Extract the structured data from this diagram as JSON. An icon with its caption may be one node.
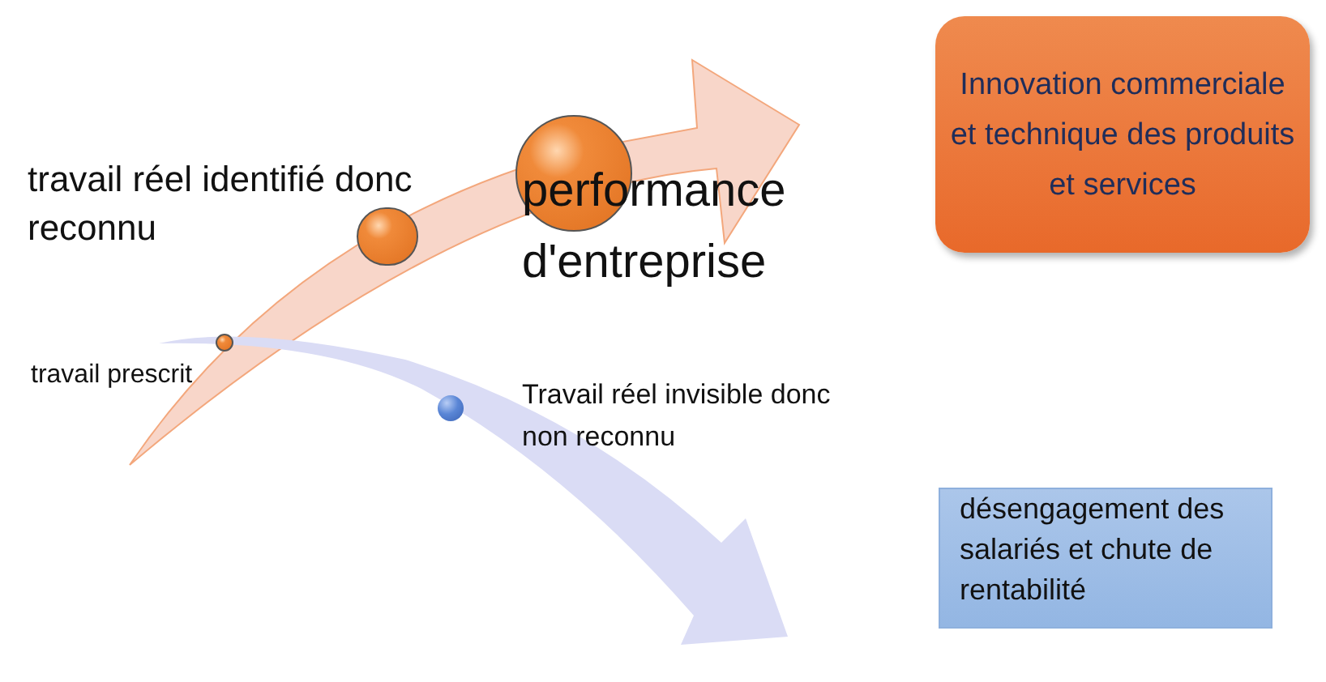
{
  "diagram": {
    "nodes": [
      {
        "text": [],
        "shape": "circle",
        "beside": [
          "travail prescrit"
        ]
      },
      {
        "text": [],
        "shape": "circle",
        "beside": [
          "travail réel identifié donc reconnu"
        ]
      },
      {
        "text": [],
        "shape": "circle",
        "beside": [
          "performance d'entreprise"
        ]
      },
      {
        "text": [],
        "shape": "circle",
        "beside": [
          "Travail réel invisible donc non reconnu"
        ]
      },
      {
        "text": [
          "Innovation commerciale et technique des produits et services"
        ]
      },
      {
        "text": [
          "désengagement des salariés et chute de rentabilité"
        ]
      }
    ]
  }
}
